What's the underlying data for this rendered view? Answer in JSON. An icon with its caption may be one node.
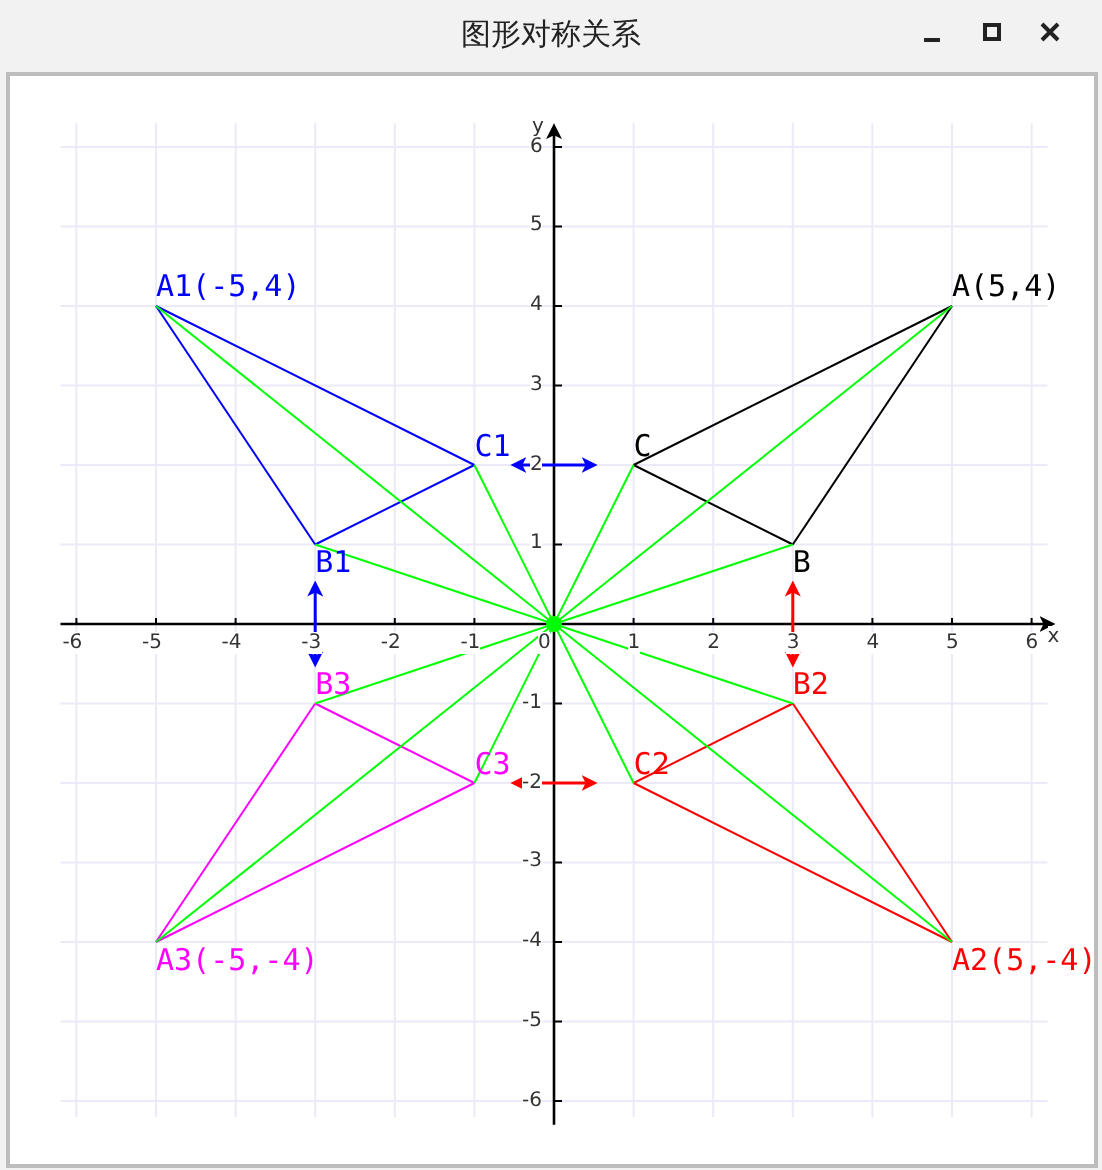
{
  "diagram": {
    "title": "图形对称关系",
    "nodes": [
      {
        "text": [
          "A1(-5,4)"
        ]
      },
      {
        "text": [
          "A(5,4)"
        ]
      },
      {
        "text": [
          "C1"
        ]
      },
      {
        "text": [
          "C"
        ]
      },
      {
        "text": [
          "B1"
        ]
      },
      {
        "text": [
          "B"
        ]
      },
      {
        "text": [],
        "shape": "circle"
      },
      {
        "text": [
          "B3"
        ]
      },
      {
        "text": [
          "B2"
        ]
      },
      {
        "text": [
          "C3"
        ]
      },
      {
        "text": [
          "C2"
        ]
      },
      {
        "text": [
          "A3(-5,-4)"
        ]
      },
      {
        "text": [
          "A2(5,-4)"
        ]
      }
    ],
    "edges": [
      {
        "from": 0,
        "to": 4,
        "arrow": "none",
        "color": "#0000ff"
      },
      {
        "from": 4,
        "to": 2,
        "arrow": "none",
        "color": "#0000ff"
      },
      {
        "from": 2,
        "to": 0,
        "arrow": "none",
        "color": "#0000ff"
      },
      {
        "from": 1,
        "to": 5,
        "arrow": "none",
        "color": "#000000"
      },
      {
        "from": 5,
        "to": 3,
        "arrow": "none",
        "color": "#000000"
      },
      {
        "from": 3,
        "to": 1,
        "arrow": "none",
        "color": "#000000"
      },
      {
        "from": 11,
        "to": 7,
        "arrow": "none",
        "color": "#ff00ff"
      },
      {
        "from": 7,
        "to": 9,
        "arrow": "none",
        "color": "#ff00ff"
      },
      {
        "from": 9,
        "to": 11,
        "arrow": "none",
        "color": "#ff00ff"
      },
      {
        "from": 12,
        "to": 8,
        "arrow": "none",
        "color": "#ff0000"
      },
      {
        "from": 8,
        "to": 10,
        "arrow": "none",
        "color": "#ff0000"
      },
      {
        "from": 10,
        "to": 12,
        "arrow": "none",
        "color": "#ff0000"
      },
      {
        "from": 6,
        "to": 0,
        "arrow": "none",
        "color": "#00ff00"
      },
      {
        "from": 6,
        "to": 1,
        "arrow": "none",
        "color": "#00ff00"
      },
      {
        "from": 6,
        "to": 2,
        "arrow": "none",
        "color": "#00ff00"
      },
      {
        "from": 6,
        "to": 3,
        "arrow": "none",
        "color": "#00ff00"
      },
      {
        "from": 6,
        "to": 4,
        "arrow": "none",
        "color": "#00ff00"
      },
      {
        "from": 6,
        "to": 5,
        "arrow": "none",
        "color": "#00ff00"
      },
      {
        "from": 6,
        "to": 7,
        "arrow": "none",
        "color": "#00ff00"
      },
      {
        "from": 6,
        "to": 8,
        "arrow": "none",
        "color": "#00ff00"
      },
      {
        "from": 6,
        "to": 9,
        "arrow": "none",
        "color": "#00ff00"
      },
      {
        "from": 6,
        "to": 10,
        "arrow": "none",
        "color": "#00ff00"
      },
      {
        "from": 6,
        "to": 11,
        "arrow": "none",
        "color": "#00ff00"
      },
      {
        "from": 6,
        "to": 12,
        "arrow": "none",
        "color": "#00ff00"
      },
      {
        "from": 2,
        "to": 3,
        "arrow": "both",
        "color": "#0000ff"
      },
      {
        "from": 4,
        "to": 7,
        "arrow": "both",
        "color": "#0000ff"
      },
      {
        "from": 5,
        "to": 8,
        "arrow": "both",
        "color": "#ff0000"
      },
      {
        "from": 9,
        "to": 10,
        "arrow": "both",
        "color": "#ff0000"
      }
    ],
    "labels": [
      "y",
      "6",
      "5",
      "4",
      "3",
      "2",
      "1",
      "-6",
      "-5",
      "-4",
      "-3",
      "-2",
      "-1",
      "0",
      "1",
      "2",
      "3",
      "4",
      "5",
      "6",
      "x",
      "-1",
      "-2",
      "-3",
      "-4",
      "-5",
      "-6"
    ]
  }
}
